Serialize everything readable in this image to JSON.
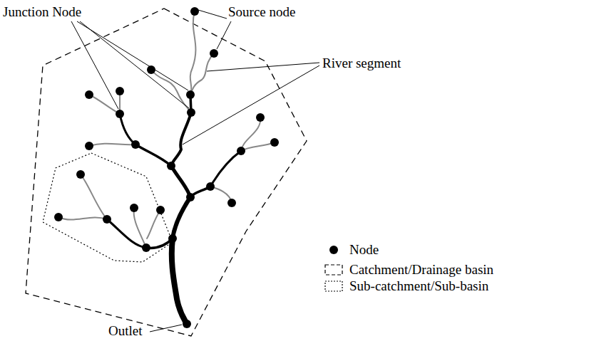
{
  "diagram": {
    "labels": [
      "Junction Node",
      "Source node",
      "River segment",
      "Outlet"
    ],
    "legend": [
      {
        "text": "Node"
      },
      {
        "text": "Catchment/Drainage basin"
      },
      {
        "text": "Sub-catchment/Sub-basin"
      }
    ]
  }
}
